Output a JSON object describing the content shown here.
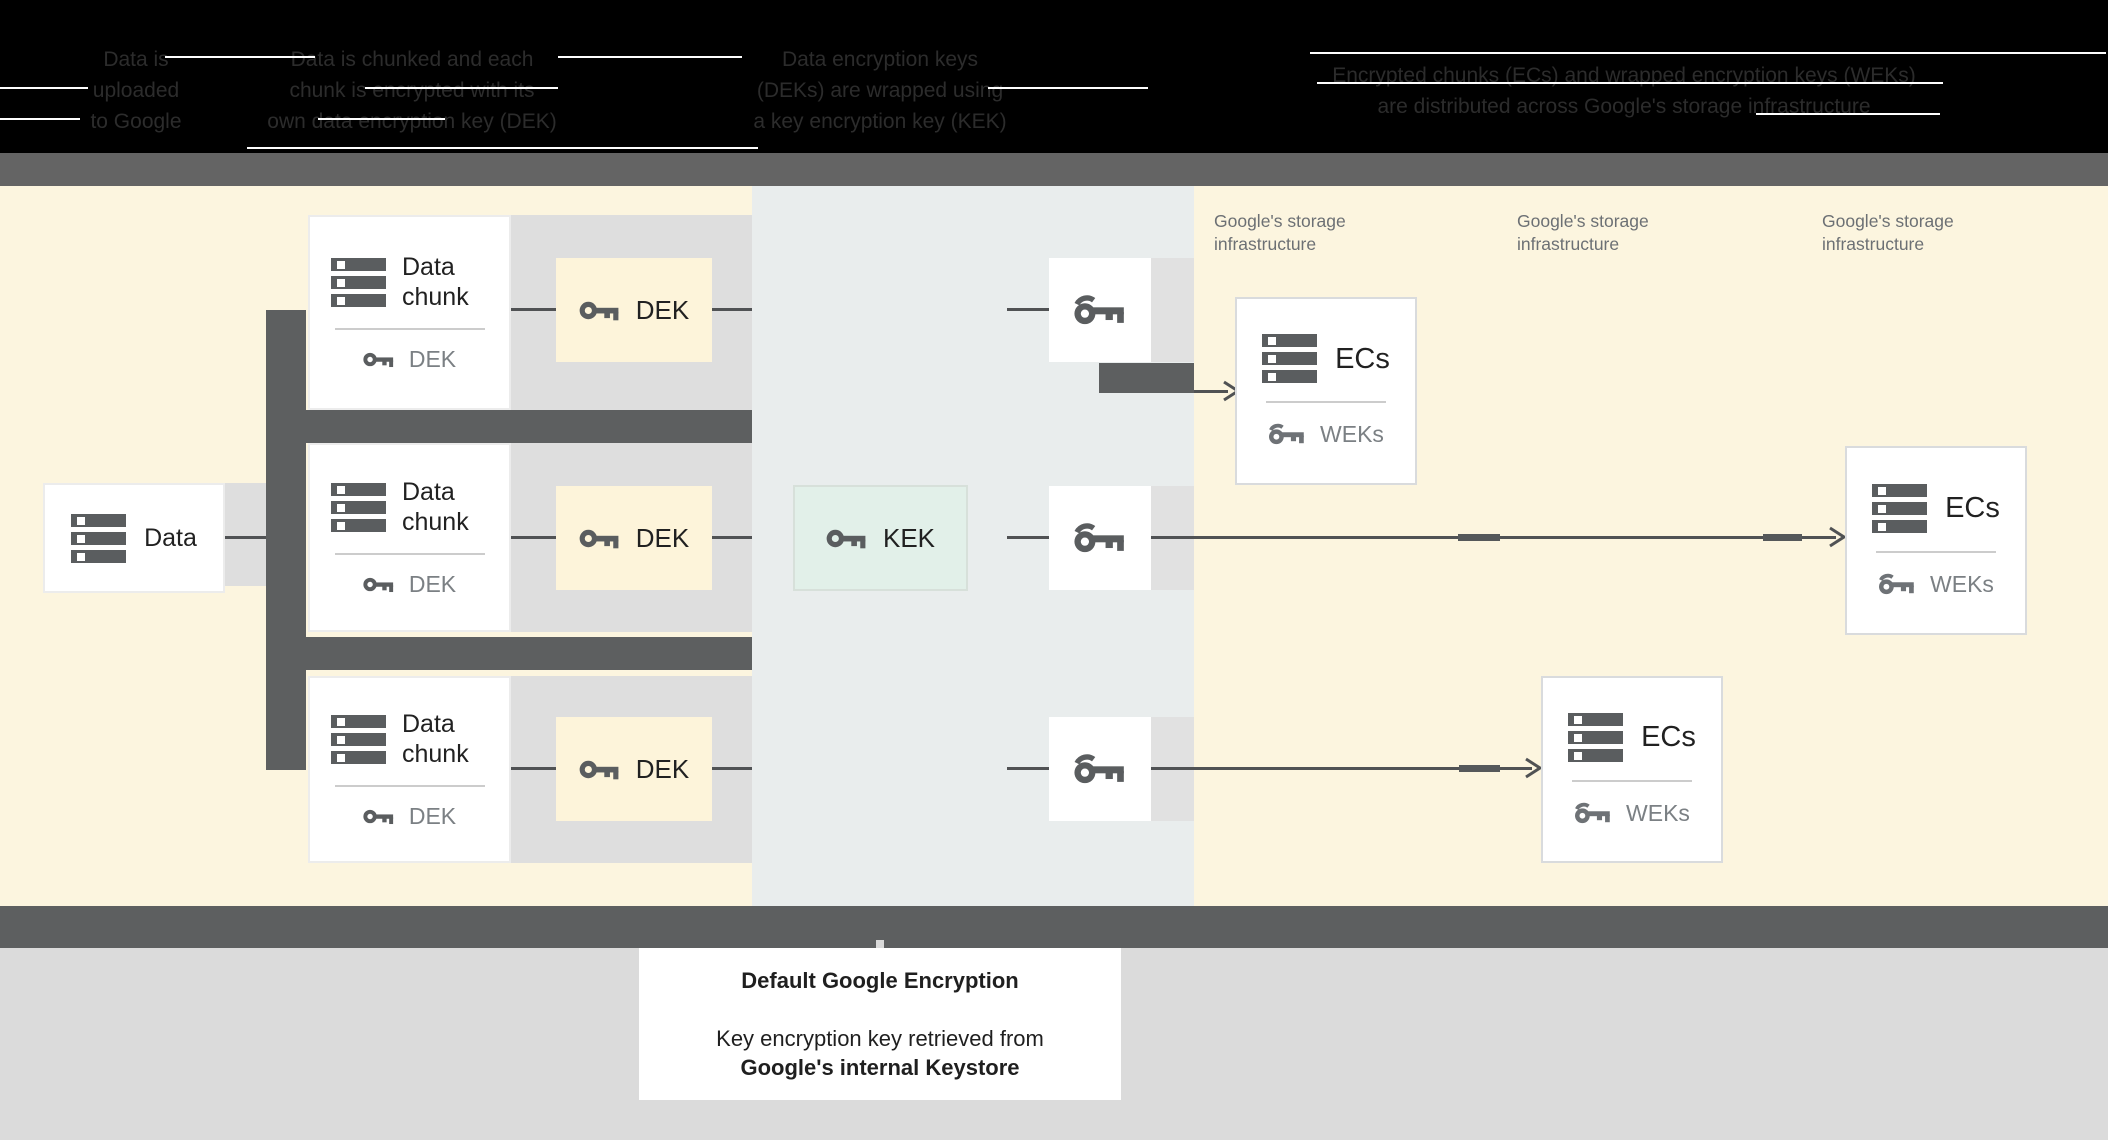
{
  "header": {
    "columns": [
      {
        "lines": [
          "Data is",
          "uploaded",
          "to Google"
        ]
      },
      {
        "lines": [
          "Data is chunked and each",
          "chunk is encrypted with its",
          "own data encryption key (DEK)"
        ]
      },
      {
        "lines": [
          "Data encryption keys",
          "(DEKs) are wrapped using",
          "a key encryption key (KEK)"
        ]
      },
      {
        "lines": [
          "Encrypted chunks (ECs) and wrapped encryption keys (WEKs)",
          "are distributed across Google's storage infrastructure"
        ]
      }
    ]
  },
  "diagram": {
    "data_box": {
      "label": "Data"
    },
    "chunks": [
      {
        "title": "Data chunk",
        "key_label": "DEK"
      },
      {
        "title": "Data chunk",
        "key_label": "DEK"
      },
      {
        "title": "Data chunk",
        "key_label": "DEK"
      }
    ],
    "dek_boxes": [
      {
        "label": "DEK"
      },
      {
        "label": "DEK"
      },
      {
        "label": "DEK"
      }
    ],
    "kek_box": {
      "label": "KEK"
    },
    "storage_labels": [
      {
        "text": "Google's storage infrastructure"
      },
      {
        "text": "Google's storage infrastructure"
      },
      {
        "text": "Google's storage infrastructure"
      }
    ],
    "ecs_boxes": [
      {
        "title": "ECs",
        "key_label": "WEKs"
      },
      {
        "title": "ECs",
        "key_label": "WEKs"
      },
      {
        "title": "ECs",
        "key_label": "WEKs"
      }
    ]
  },
  "caption": {
    "title": "Default Google Encryption",
    "line1": "Key encryption key retrieved from",
    "line2": "Google's internal Keystore"
  },
  "colors": {
    "cream_section": "#fcf5df",
    "mid_section": "#e9eded",
    "kek_green": "#e2f0e9",
    "dark_gray": "#5d5f60",
    "connector": "#505254",
    "muted_text": "#7b8084",
    "header_bg": "#000000"
  }
}
